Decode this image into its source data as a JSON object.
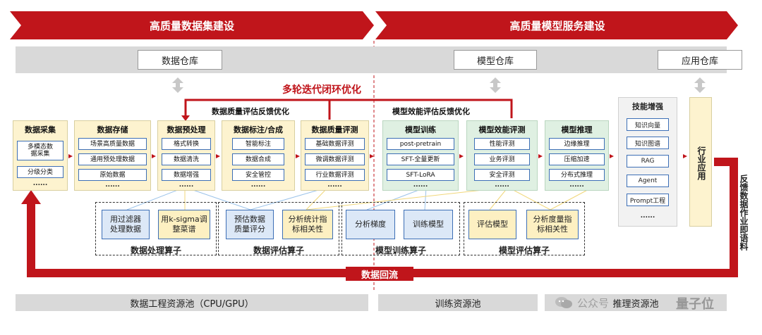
{
  "banners": {
    "left": "高质量数据集建设",
    "right": "高质量模型服务建设"
  },
  "repos": {
    "data": "数据仓库",
    "model": "模型仓库",
    "app": "应用仓库"
  },
  "loops": {
    "outer": "多轮迭代闭环优化",
    "data_feedback": "数据质量评估反馈优化",
    "model_feedback": "模型效能评估反馈优化"
  },
  "stages": [
    {
      "title": "数据采集",
      "items": [
        "多模态数\n据采集",
        "分级分类"
      ],
      "more": "......"
    },
    {
      "title": "数据存储",
      "items": [
        "场景高质量数据",
        "通用预处理数据",
        "原始数据"
      ],
      "more": "......"
    },
    {
      "title": "数据预处理",
      "items": [
        "格式转换",
        "数据清洗",
        "数据增强"
      ],
      "more": "......"
    },
    {
      "title": "数据标注/合成",
      "items": [
        "智能标注",
        "数据合成",
        "安全管控"
      ],
      "more": "......"
    },
    {
      "title": "数据质量评测",
      "items": [
        "基础数据评测",
        "微调数据评测",
        "行业数据评测"
      ],
      "more": "......"
    },
    {
      "title": "模型训练",
      "items": [
        "post-pretrain",
        "SFT-全量更新",
        "SFT-LoRA"
      ],
      "more": "......"
    },
    {
      "title": "模型效能评测",
      "items": [
        "性能评测",
        "业务评测",
        "安全评测"
      ],
      "more": "......"
    },
    {
      "title": "模型推理",
      "items": [
        "边缘推理",
        "压缩加速",
        "分布式推理"
      ],
      "more": "......"
    }
  ],
  "skills": {
    "title": "技能增强",
    "items": [
      "知识向量",
      "知识图谱",
      "RAG",
      "Agent",
      "Prompt工程"
    ],
    "more": "......"
  },
  "industry_app": "行业应用",
  "feedback_side": "反馈数据作业即语料",
  "operators": [
    {
      "label": "数据处理算子",
      "boxes": [
        "用过滤器\n处理数据",
        "用k-sigma调\n整菜谱"
      ]
    },
    {
      "label": "数据评估算子",
      "boxes": [
        "预估数据\n质量评分",
        "分析统计指\n标相关性"
      ]
    },
    {
      "label": "模型训练算子",
      "boxes": [
        "分析梯度",
        "训练模型"
      ]
    },
    {
      "label": "模型评估算子",
      "boxes": [
        "评估模型",
        "分析度量指\n标相关性"
      ]
    }
  ],
  "backflow": "数据回流",
  "pools": {
    "data": "数据工程资源池（CPU/GPU）",
    "train": "训练资源池",
    "infer": "推理资源池"
  },
  "watermark": {
    "wechat": "公众号 · ",
    "brand": "量子位"
  },
  "colors": {
    "red": "#c0151b",
    "dark_red": "#a01015",
    "blue_border": "#3d6fb6",
    "yellow_fill": "#fdf3cf",
    "green_fill": "#dff0e2"
  }
}
